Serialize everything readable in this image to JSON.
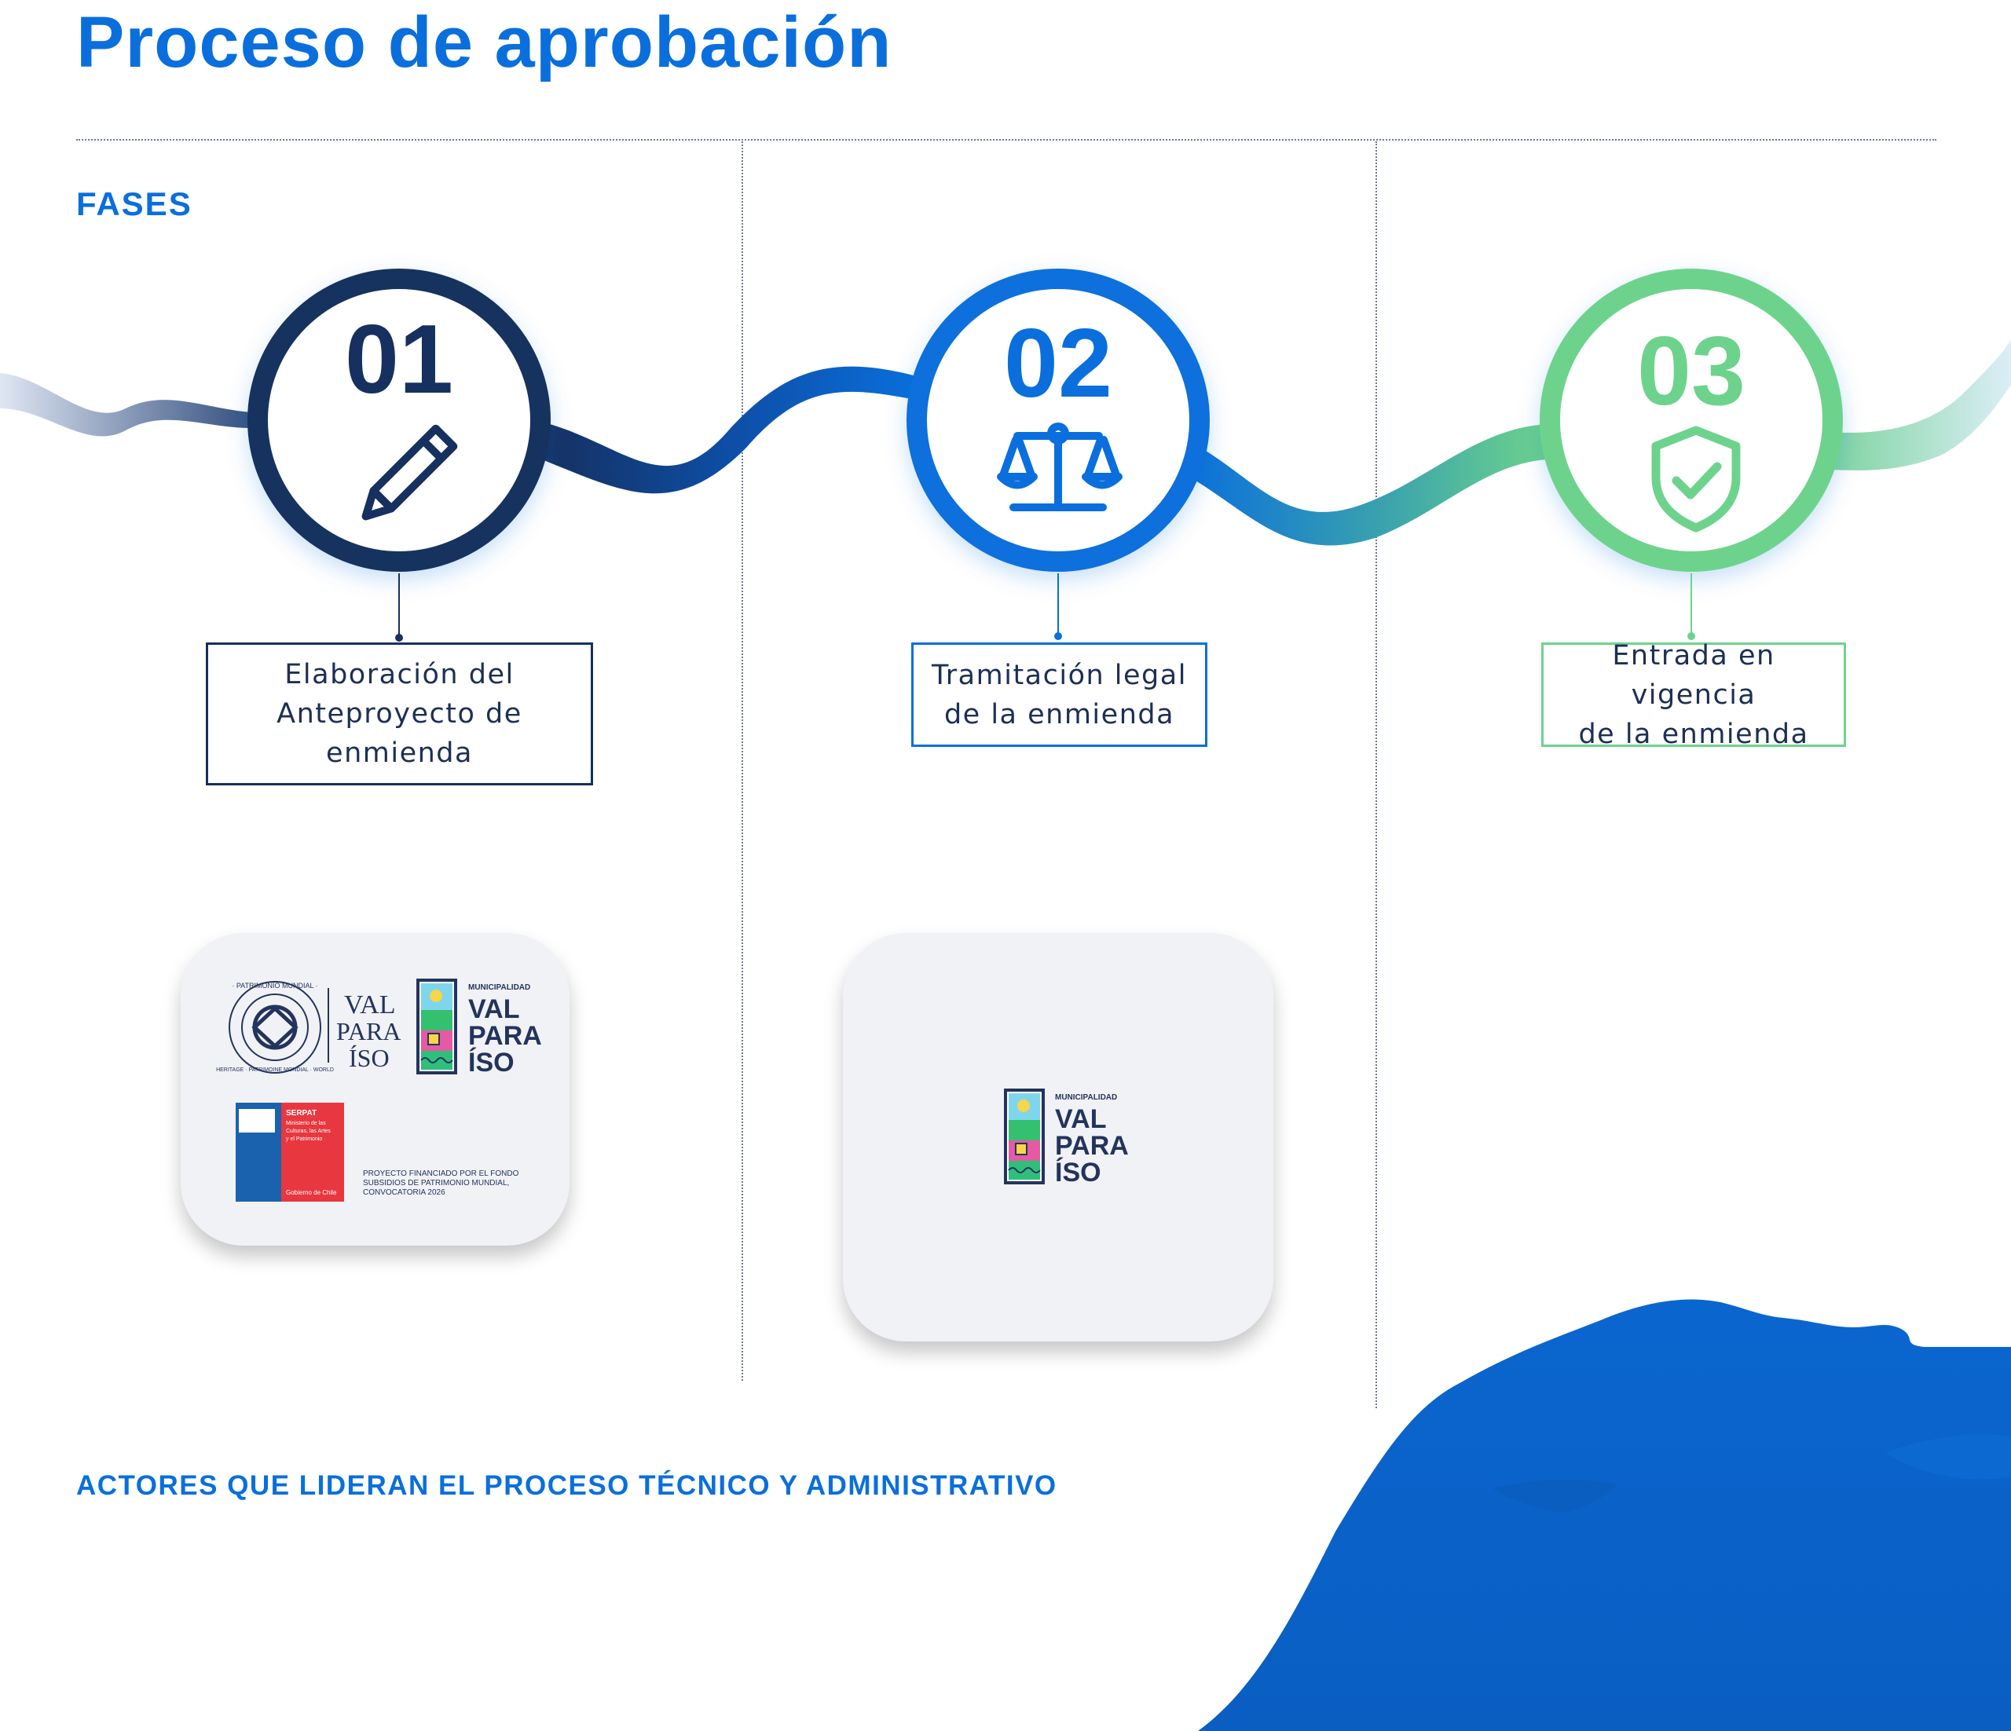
{
  "title": "Proceso de aprobación",
  "phases_label": "FASES",
  "actors_label": "ACTORES QUE LIDERAN EL PROCESO TÉCNICO Y ADMINISTRATIVO",
  "colors": {
    "accent": "#0a6fdc",
    "phase1": "#16305f",
    "phase2": "#0a6fdc",
    "phase3": "#6dd38c"
  },
  "phases": [
    {
      "number": "01",
      "icon": "pencil-icon",
      "label": "Elaboración del\nAnteproyecto de\nenmienda"
    },
    {
      "number": "02",
      "icon": "scales-icon",
      "label": "Tramitación legal\nde la enmienda"
    },
    {
      "number": "03",
      "icon": "shield-check-icon",
      "label": "Entrada en vigencia\nde la enmienda"
    }
  ],
  "logos": {
    "patrimonio_ring_top": "· PATRIMONIO MUNDIAL ·",
    "patrimonio_ring_bottom": "HERITAGE · PATRIMOINE MONDIAL · WORLD",
    "valpo_script": [
      "VAL",
      "PARA",
      "ÍSO"
    ],
    "municipalidad": "MUNICIPALIDAD",
    "valpo_block": [
      "VAL",
      "PARA",
      "ÍSO"
    ],
    "serpat_title": "SERPAT",
    "serpat_lines": [
      "Ministerio de las",
      "Culturas, las Artes",
      "y el Patrimonio"
    ],
    "gobierno": "Gobierno de Chile",
    "project_lines": [
      "PROYECTO FINANCIADO POR EL FONDO",
      "SUBSIDIOS DE PATRIMONIO MUNDIAL,",
      "CONVOCATORIA 2026"
    ]
  }
}
